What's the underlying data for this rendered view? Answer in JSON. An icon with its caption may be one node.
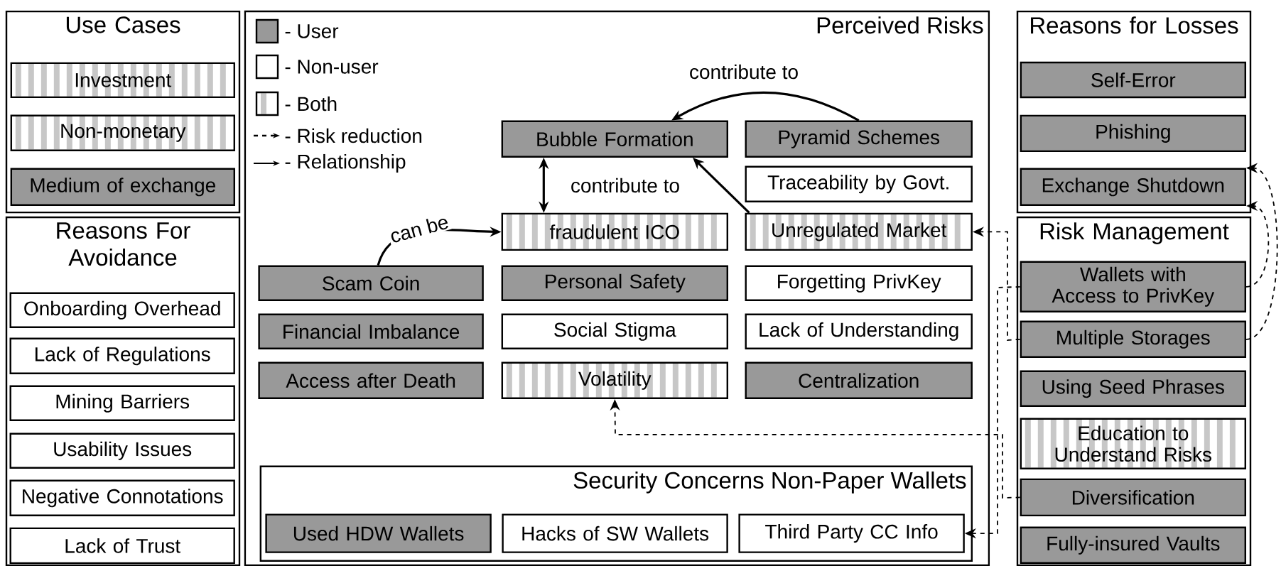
{
  "diagram": {
    "nodes": [
      {
        "text": [
          "Use Cases"
        ]
      },
      {
        "text": [
          "Investment"
        ],
        "in": 0
      },
      {
        "text": [
          "Non-monetary"
        ],
        "in": 0
      },
      {
        "text": [
          "Medium of exchange"
        ],
        "in": 0
      },
      {
        "text": [
          "Reasons For Avoidance"
        ]
      },
      {
        "text": [
          "Onboarding Overhead"
        ],
        "in": 4
      },
      {
        "text": [
          "Lack of Regulations"
        ],
        "in": 4
      },
      {
        "text": [
          "Mining Barriers"
        ],
        "in": 4
      },
      {
        "text": [
          "Usability Issues"
        ],
        "in": 4
      },
      {
        "text": [
          "Negative Connotations"
        ],
        "in": 4
      },
      {
        "text": [
          "Lack of Trust"
        ],
        "in": 4
      },
      {
        "text": [
          "Perceived Risks"
        ]
      },
      {
        "text": [
          "Bubble Formation"
        ],
        "in": 11
      },
      {
        "text": [
          "Pyramid Schemes"
        ],
        "in": 11
      },
      {
        "text": [
          "Traceability by Govt."
        ],
        "in": 11
      },
      {
        "text": [
          "fraudulent ICO"
        ],
        "in": 11
      },
      {
        "text": [
          "Unregulated Market"
        ],
        "in": 11
      },
      {
        "text": [
          "Scam Coin"
        ],
        "in": 11
      },
      {
        "text": [
          "Personal Safety"
        ],
        "in": 11
      },
      {
        "text": [
          "Forgetting PrivKey"
        ],
        "in": 11
      },
      {
        "text": [
          "Financial Imbalance"
        ],
        "in": 11
      },
      {
        "text": [
          "Social Stigma"
        ],
        "in": 11
      },
      {
        "text": [
          "Lack of Understanding"
        ],
        "in": 11
      },
      {
        "text": [
          "Access after Death"
        ],
        "in": 11
      },
      {
        "text": [
          "Volatility"
        ],
        "in": 11
      },
      {
        "text": [
          "Centralization"
        ],
        "in": 11
      },
      {
        "text": [
          "Security Concerns Non-Paper Wallets"
        ],
        "in": 11
      },
      {
        "text": [
          "Used HDW Wallets"
        ],
        "in": 26
      },
      {
        "text": [
          "Hacks of SW Wallets"
        ],
        "in": 26
      },
      {
        "text": [
          "Third Party CC Info"
        ],
        "in": 26
      },
      {
        "text": [
          "Reasons for Losses"
        ]
      },
      {
        "text": [
          "Self-Error"
        ],
        "in": 30
      },
      {
        "text": [
          "Phishing"
        ],
        "in": 30
      },
      {
        "text": [
          "Exchange Shutdown"
        ],
        "in": 30
      },
      {
        "text": [
          "Risk Management"
        ]
      },
      {
        "text": [
          "Wallets with Access to PrivKey"
        ],
        "in": 34
      },
      {
        "text": [
          "Multiple Storages"
        ],
        "in": 34
      },
      {
        "text": [
          "Using Seed Phrases"
        ],
        "in": 34
      },
      {
        "text": [
          "Education to Understand Risks"
        ],
        "in": 34
      },
      {
        "text": [
          "Diversification"
        ],
        "in": 34
      },
      {
        "text": [
          "Fully-insured Vaults"
        ],
        "in": 34
      }
    ],
    "edges": [
      {
        "from": 13,
        "to": 12,
        "arrow": "to",
        "label": "contribute to"
      },
      {
        "from": 12,
        "to": 15,
        "arrow": "both",
        "label": "contribute to"
      },
      {
        "from": 16,
        "to": 12,
        "arrow": "to"
      },
      {
        "from": 17,
        "to": 15,
        "arrow": "to",
        "label": "can be"
      },
      {
        "from": 36,
        "to": 16,
        "arrow": "to",
        "style": "dashed"
      },
      {
        "from": 35,
        "to": 29,
        "arrow": "to",
        "style": "dashed"
      },
      {
        "from": 39,
        "to": 24,
        "arrow": "to",
        "style": "dashed"
      },
      {
        "from": 36,
        "to": 33,
        "arrow": "to",
        "style": "dashed"
      },
      {
        "from": 35,
        "to": 33,
        "arrow": "to",
        "style": "dashed"
      }
    ],
    "legend": [
      {
        "text": "- User",
        "color": "#999999"
      },
      {
        "text": "- Non-user"
      },
      {
        "text": "- Both"
      },
      {
        "text": "- Risk reduction"
      },
      {
        "text": "- Relationship"
      }
    ]
  }
}
